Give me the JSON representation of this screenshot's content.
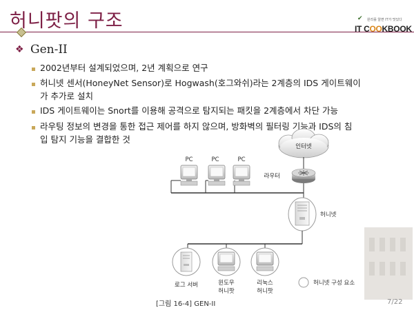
{
  "slide": {
    "title": "허니팟의 구조",
    "logo_tagline": "원리를 알면 IT가 맛있다",
    "logo_prefix": "IT C",
    "logo_oo": "OO",
    "logo_suffix": "KBOOK",
    "page": "7/22"
  },
  "content": {
    "heading": "Gen-II",
    "items": [
      {
        "line1": "2002년부터 설계되었으며, 2년 계획으로 연구",
        "line2": ""
      },
      {
        "line1": "허니넷 센서(HoneyNet Sensor)로 Hogwash(호그와쉬)라는 2계층의 IDS 게이트웨이",
        "line2": "가 추가로 설치"
      },
      {
        "line1": "IDS 게이트웨이는 Snort를 이용해 공격으로 탐지되는 패킷을 2계층에서 차단 가능",
        "line2": ""
      },
      {
        "line1": "라우팅 정보의 변경을 통한 접근 제어를 하지 않으며, 방화벽의 필터링 기능과 IDS의 침",
        "line2": "입 탐지 기능을 결합한 것"
      }
    ]
  },
  "diagram": {
    "pc_labels": [
      "PC",
      "PC",
      "PC"
    ],
    "internet": "인터넷",
    "router": "라우터",
    "honeynet": "허니넷",
    "log_server": "로그 서버",
    "windows_honeypot": [
      "윈도우",
      "허니팟"
    ],
    "linux_honeypot": [
      "리눅스",
      "허니팟"
    ],
    "legend": "허니넷 구성 요소",
    "caption": "[그림 16-4] GEN-II"
  }
}
